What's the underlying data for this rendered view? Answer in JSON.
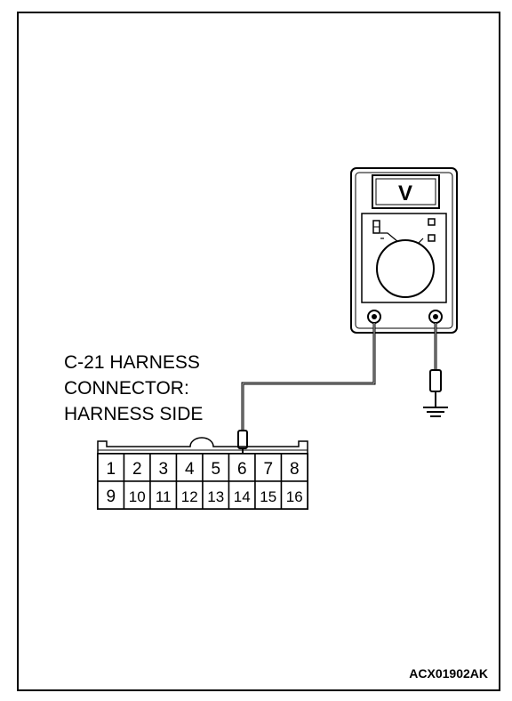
{
  "meter": {
    "display_symbol": "V"
  },
  "label": {
    "line1": "C-21 HARNESS",
    "line2": "CONNECTOR:",
    "line3": "HARNESS SIDE"
  },
  "connector": {
    "top_row": [
      "1",
      "2",
      "3",
      "4",
      "5",
      "6",
      "7",
      "8"
    ],
    "bottom_row": [
      "9",
      "10",
      "11",
      "12",
      "13",
      "14",
      "15",
      "16"
    ],
    "probed_pin": "6"
  },
  "figure_code": "ACX01902AK"
}
